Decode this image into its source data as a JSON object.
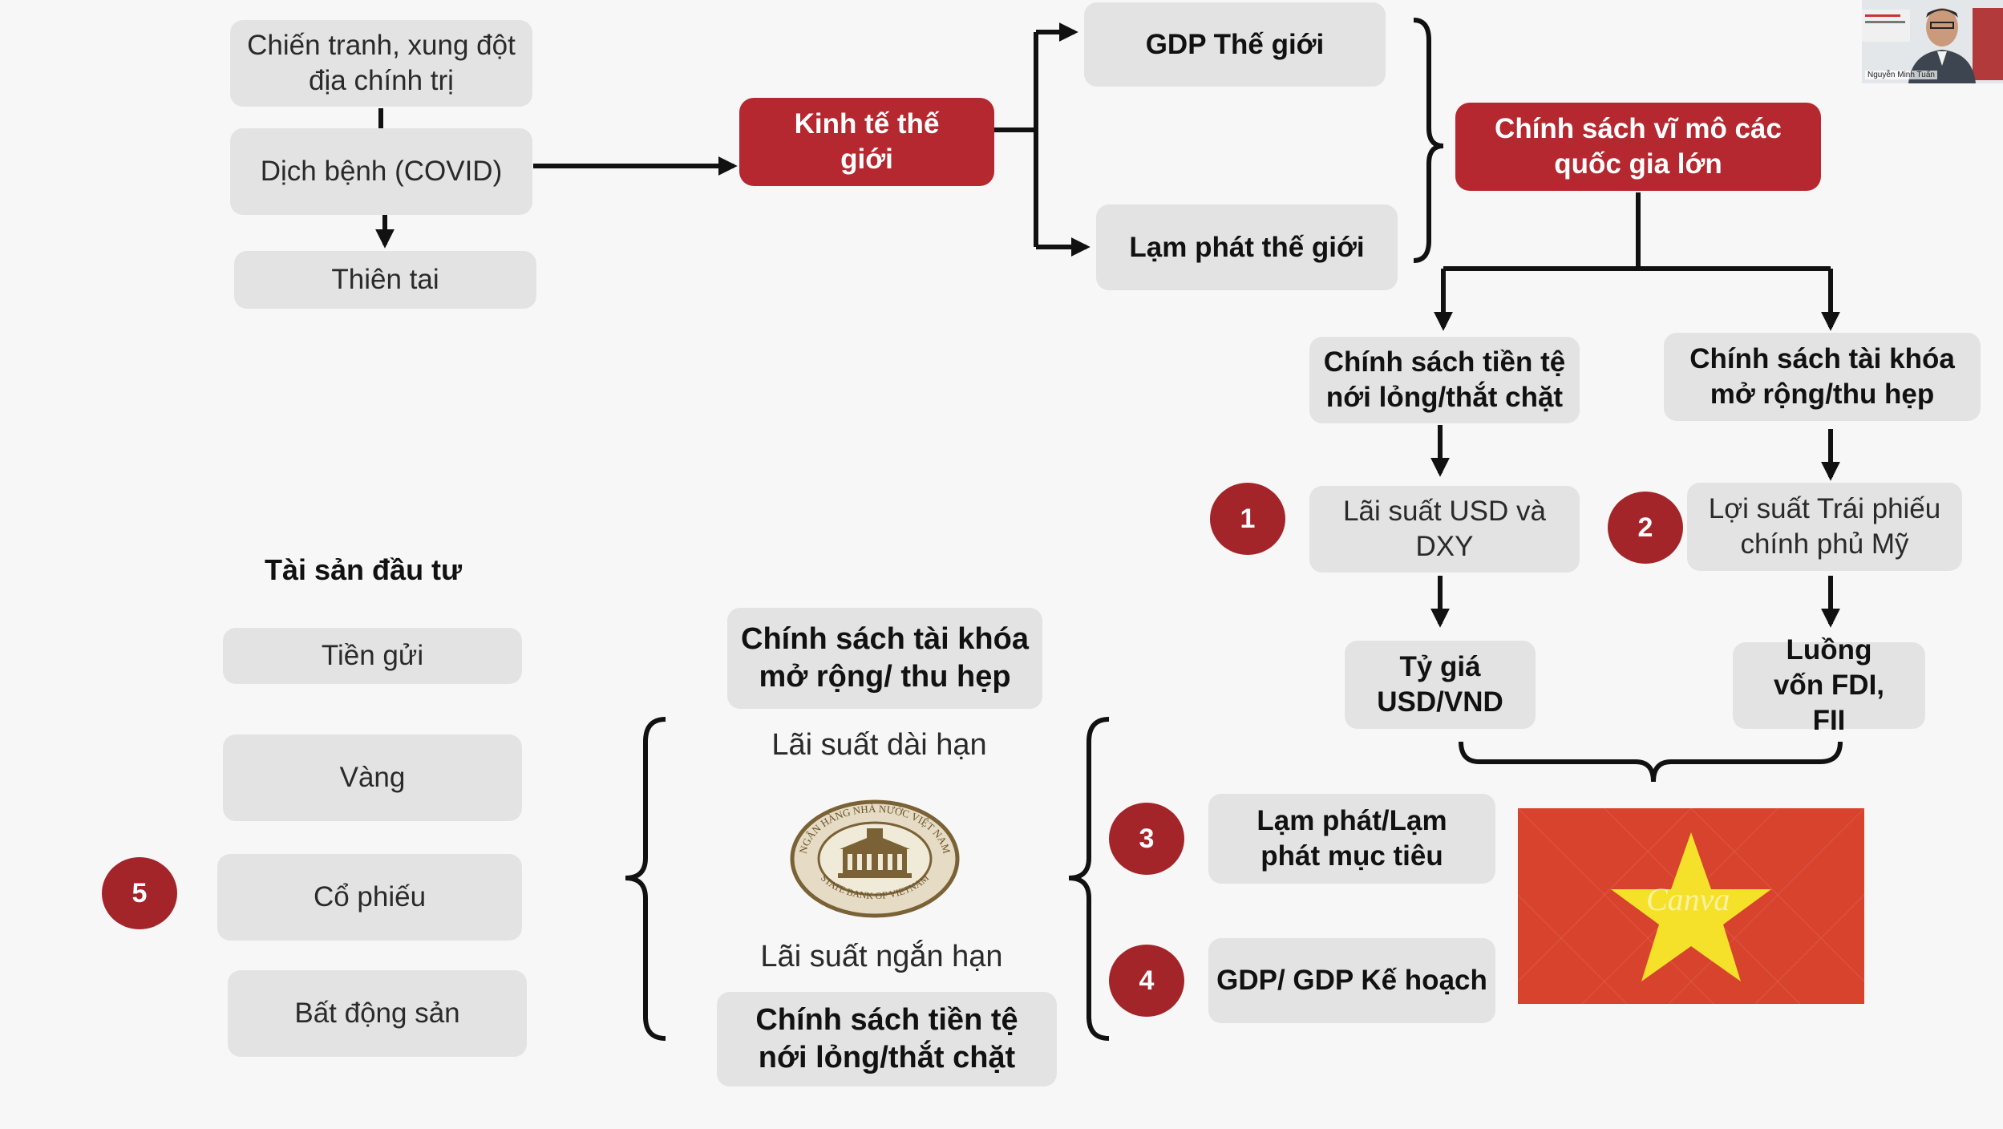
{
  "causes": {
    "war": "Chiến tranh, xung đột địa chính trị",
    "disease": "Dịch bệnh (COVID)",
    "disaster": "Thiên tai"
  },
  "world_economy": "Kinh tế thế giới",
  "world_gdp": "GDP Thế giới",
  "world_inflation": "Lạm phát thế giới",
  "macro_policy": "Chính sách vĩ mô các quốc gia lớn",
  "monetary_policy_top": "Chính sách tiền tệ nới lỏng/thắt chặt",
  "fiscal_policy_top": "Chính sách tài khóa mở rộng/thu hẹp",
  "usd_rate": "Lãi suất USD và DXY",
  "treasury_yield": "Lợi suất Trái phiếu chính phủ Mỹ",
  "exchange_rate": "Tỷ giá USD/VND",
  "capital_flow": "Luồng vốn FDI, FII",
  "badges": {
    "b1": "1",
    "b2": "2",
    "b3": "3",
    "b4": "4",
    "b5": "5"
  },
  "inflation_target": "Lạm phát/Lạm phát mục tiêu",
  "gdp_plan": "GDP/ GDP Kế hoạch",
  "investment_heading": "Tài sản đầu tư",
  "assets": {
    "deposit": "Tiền gửi",
    "gold": "Vàng",
    "stocks": "Cổ phiếu",
    "real_estate": "Bất động sản"
  },
  "fiscal_policy_vn": "Chính sách tài khóa mở rộng/ thu hẹp",
  "long_rate": "Lãi suất dài hạn",
  "short_rate": "Lãi suất ngắn hạn",
  "monetary_policy_vn": "Chính sách tiền tệ nới lỏng/thắt chặt",
  "sbv_seal": {
    "outer_text": "NGÂN HÀNG NHÀ NƯỚC VIỆT NAM",
    "inner_text": "STATE BANK OF VIETNAM"
  },
  "flag_watermark": "Canva",
  "webcam_name": "Nguyễn Minh Tuấn",
  "colors": {
    "accent_red": "#b5282f",
    "badge_red": "#a3252a",
    "box_grey": "#e3e3e3",
    "flag_red": "#d8432e",
    "star_yellow": "#f5e12a"
  }
}
